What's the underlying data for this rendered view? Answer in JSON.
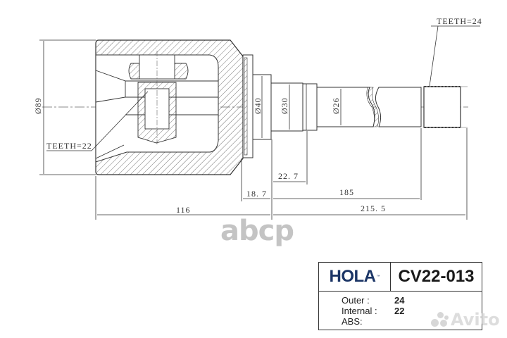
{
  "drawing": {
    "title": "Inner CV joint technical drawing",
    "labels": {
      "teeth_outer": "TEETH=24",
      "teeth_inner": "TEETH=22",
      "diameter_housing": "Ø89",
      "diameter_flange": "Ø40",
      "diameter_shaft_1": "Ø30",
      "diameter_shaft_2": "Ø26"
    },
    "dimensions": {
      "d_22_7": "22. 7",
      "d_18_7": "18. 7",
      "d_185": "185",
      "d_116": "116",
      "d_215_5": "215. 5"
    },
    "line_color": "#3a3a3a"
  },
  "info_table": {
    "brand": "HOLA",
    "brand_tm": "™",
    "brand_color": "#1b3566",
    "part_number": "CV22-013",
    "specs": [
      {
        "label": "Outer :",
        "value": "24"
      },
      {
        "label": "Internal :",
        "value": "22"
      },
      {
        "label": "ABS:",
        "value": ""
      }
    ]
  },
  "watermarks": {
    "center": "abcp",
    "corner": "Avito"
  }
}
